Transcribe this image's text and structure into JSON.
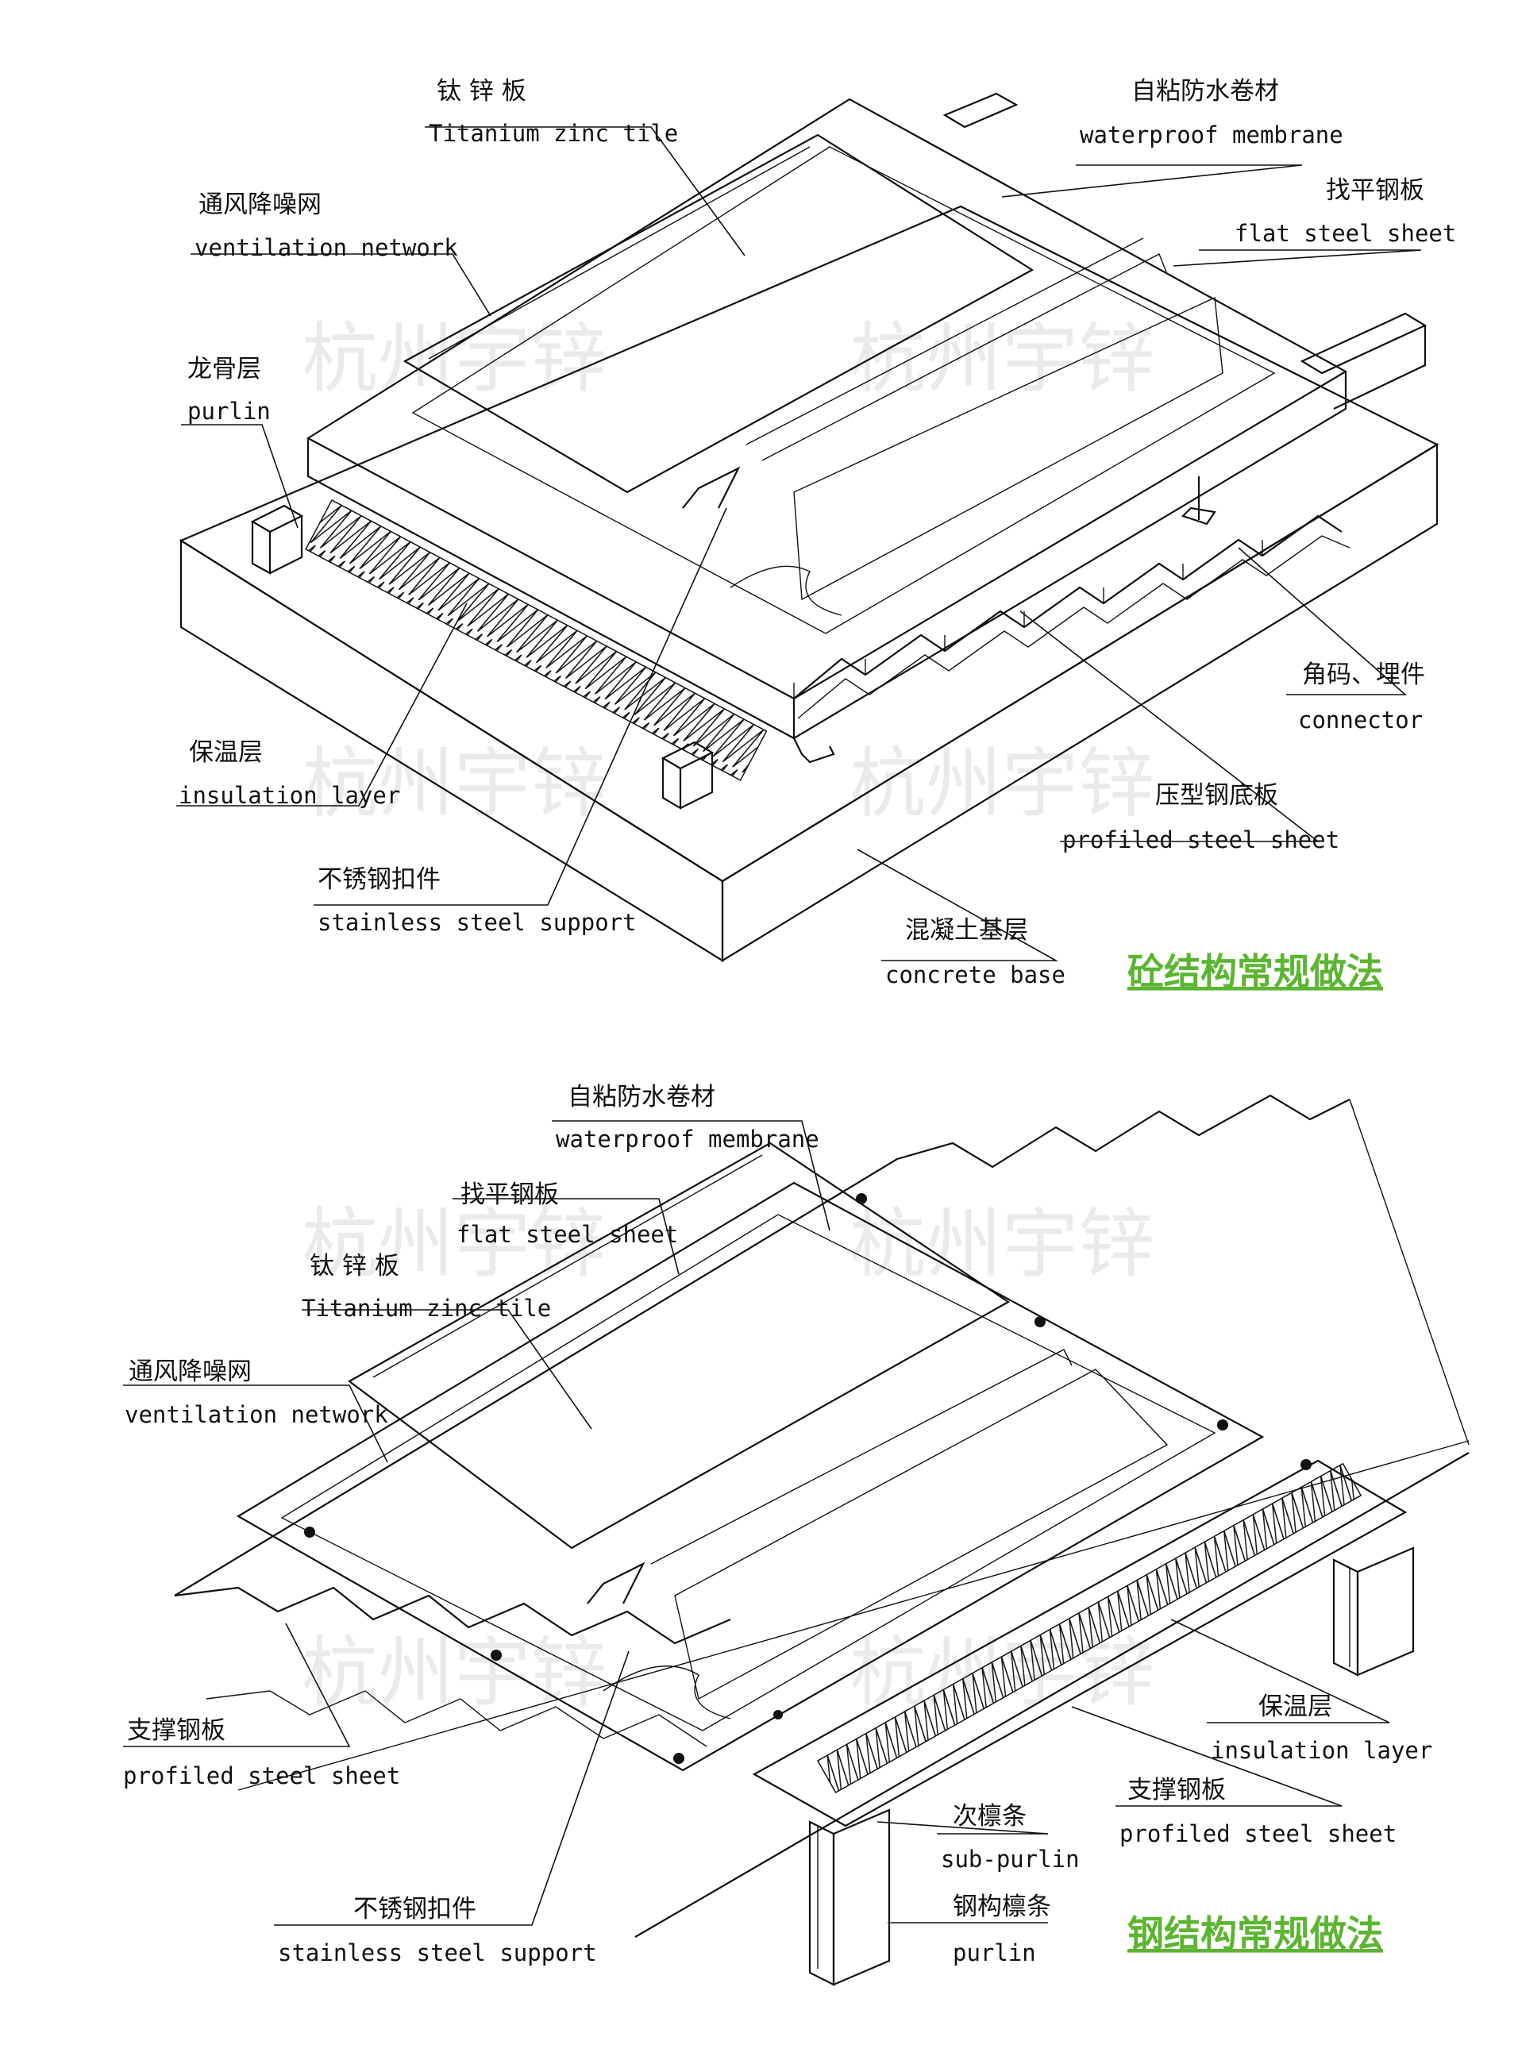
{
  "colors": {
    "line": "#111111",
    "title": "#5cb531",
    "watermark": "#d9d9d9"
  },
  "watermark": "杭州宇锌",
  "top": {
    "title": "砼结构常规做法",
    "labels": {
      "titanium": {
        "cn": "钛 锌 板",
        "en": "Titanium zinc tile"
      },
      "membrane": {
        "cn": "自粘防水卷材",
        "en": "waterproof membrane"
      },
      "ventilation": {
        "cn": "通风降噪网",
        "en": "ventilation network"
      },
      "flatsteel": {
        "cn": "找平钢板",
        "en": "flat steel sheet"
      },
      "purlin": {
        "cn": "龙骨层",
        "en": "purlin"
      },
      "connector": {
        "cn": "角码、埋件",
        "en": "connector"
      },
      "insulation": {
        "cn": "保温层",
        "en": "insulation layer"
      },
      "profiled": {
        "cn": "压型钢底板",
        "en": "profiled steel sheet"
      },
      "support": {
        "cn": "不锈钢扣件",
        "en": "stainless steel support"
      },
      "concrete": {
        "cn": "混凝土基层",
        "en": "concrete base"
      }
    }
  },
  "bottom": {
    "title": "钢结构常规做法",
    "labels": {
      "membrane": {
        "cn": "自粘防水卷材",
        "en": "waterproof membrane"
      },
      "flatsteel": {
        "cn": "找平钢板",
        "en": "flat steel sheet"
      },
      "titanium": {
        "cn": "钛 锌 板",
        "en": "Titanium zinc tile"
      },
      "ventilation": {
        "cn": "通风降噪网",
        "en": "ventilation network"
      },
      "insulation": {
        "cn": "保温层",
        "en": "insulation layer"
      },
      "profiled_left": {
        "cn": "支撑钢板",
        "en": "profiled steel sheet"
      },
      "profiled_right": {
        "cn": "支撑钢板",
        "en": "profiled steel sheet"
      },
      "subpurlin": {
        "cn": "次檩条",
        "en": "sub-purlin"
      },
      "support": {
        "cn": "不锈钢扣件",
        "en": "stainless steel support"
      },
      "purlin": {
        "cn": "钢构檩条",
        "en": "purlin"
      }
    }
  }
}
